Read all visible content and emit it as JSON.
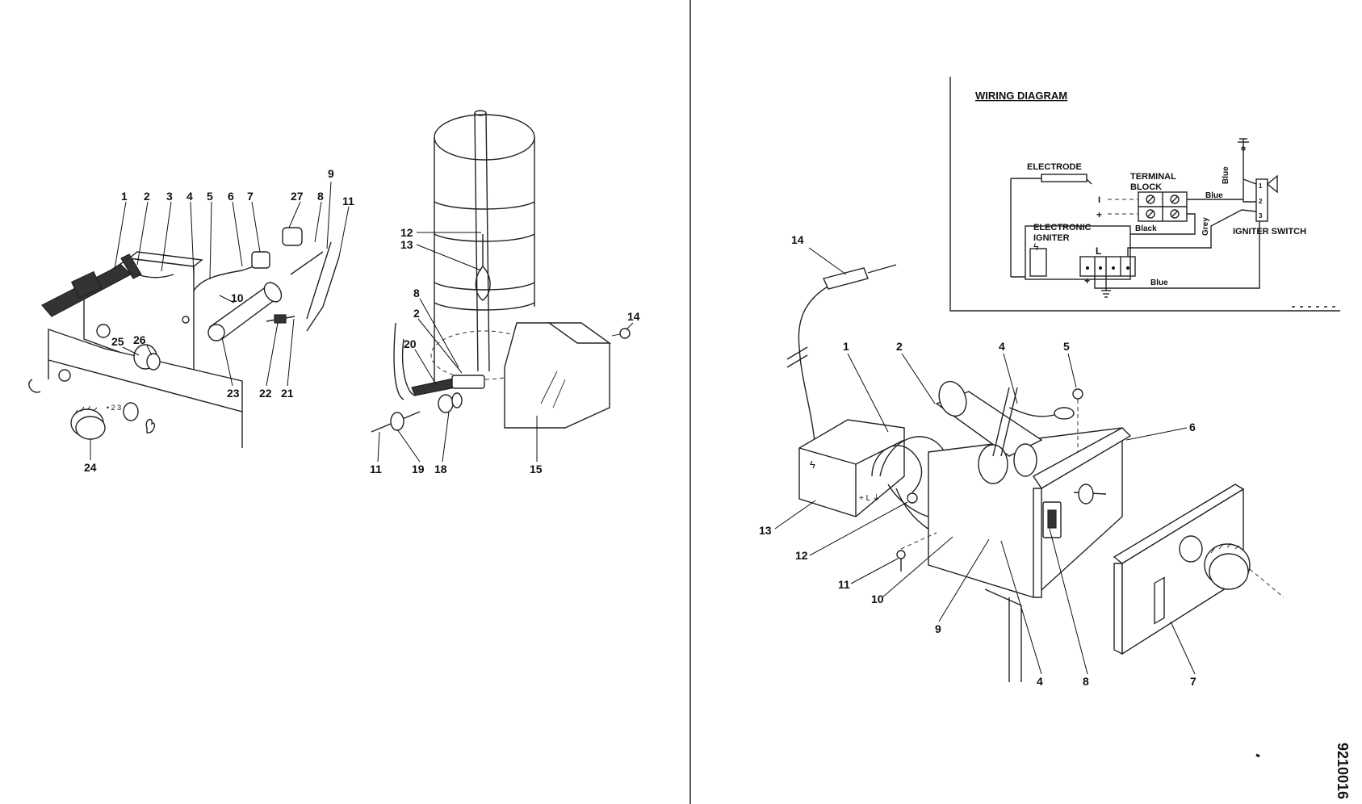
{
  "left_figure": {
    "labels": [
      "1",
      "2",
      "3",
      "4",
      "5",
      "6",
      "7",
      "27",
      "8",
      "9",
      "11",
      "10",
      "25",
      "26",
      "23",
      "22",
      "21",
      "24"
    ]
  },
  "middle_figure": {
    "labels": [
      "12",
      "13",
      "8",
      "2",
      "20",
      "14",
      "11",
      "19",
      "18",
      "15"
    ]
  },
  "right_figure": {
    "labels": [
      "14",
      "1",
      "2",
      "4",
      "5",
      "6",
      "13",
      "12",
      "11",
      "10",
      "9",
      "4",
      "8",
      "7"
    ]
  },
  "wiring_diagram": {
    "title": "WIRING DIAGRAM",
    "electrode": "ELECTRODE",
    "terminal_block": [
      "TERMINAL",
      "BLOCK"
    ],
    "electronic_igniter": [
      "ELECTRONIC",
      "IGNITER"
    ],
    "igniter_switch": "IGNITER SWITCH",
    "wire_blue_1": "Blue",
    "wire_blue_2": "Blue",
    "wire_blue_3": "Blue",
    "wire_black": "Black",
    "wire_grey": "Grey",
    "sym_i": "I",
    "sym_plus": "+",
    "sym_plus_2": "+",
    "sym_l": "L",
    "switch_terminals": [
      "1",
      "2",
      "3"
    ]
  },
  "document_number": "9210016"
}
